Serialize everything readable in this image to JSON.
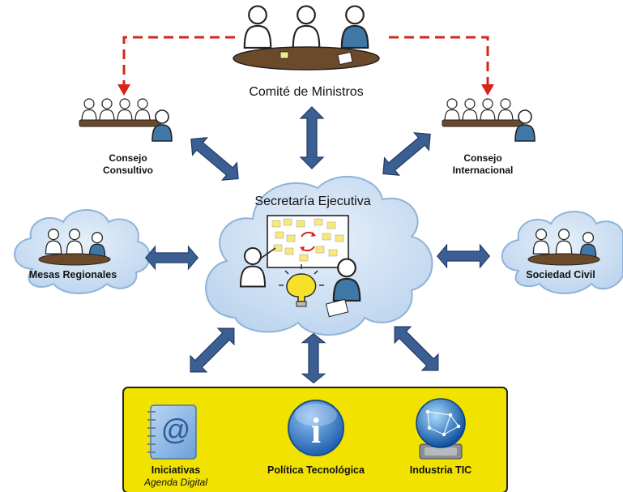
{
  "labels": {
    "comite": "Comité de Ministros",
    "consejo_consultivo_1": "Consejo",
    "consejo_consultivo_2": "Consultivo",
    "consejo_internacional_1": "Consejo",
    "consejo_internacional_2": "Internacional",
    "secretaria": "Secretaría Ejecutiva",
    "mesas_regionales": "Mesas Regionales",
    "sociedad_civil": "Sociedad Civil"
  },
  "outputs": [
    {
      "label": "Iniciativas",
      "sublabel": "Agenda Digital",
      "icon": "address-book-icon"
    },
    {
      "label": "Política Tecnológica",
      "icon": "info-icon"
    },
    {
      "label": "Industria TIC",
      "icon": "network-globe-icon"
    }
  ],
  "colors": {
    "cloud_fill": "#cde0f3",
    "cloud_stroke": "#8fb3d8",
    "arrow_fill": "#3c5f93",
    "dashed_line": "#d6241b",
    "panel_fill": "#f2e200",
    "person_blue": "#3f77a7",
    "table": "#6b4a2b"
  }
}
